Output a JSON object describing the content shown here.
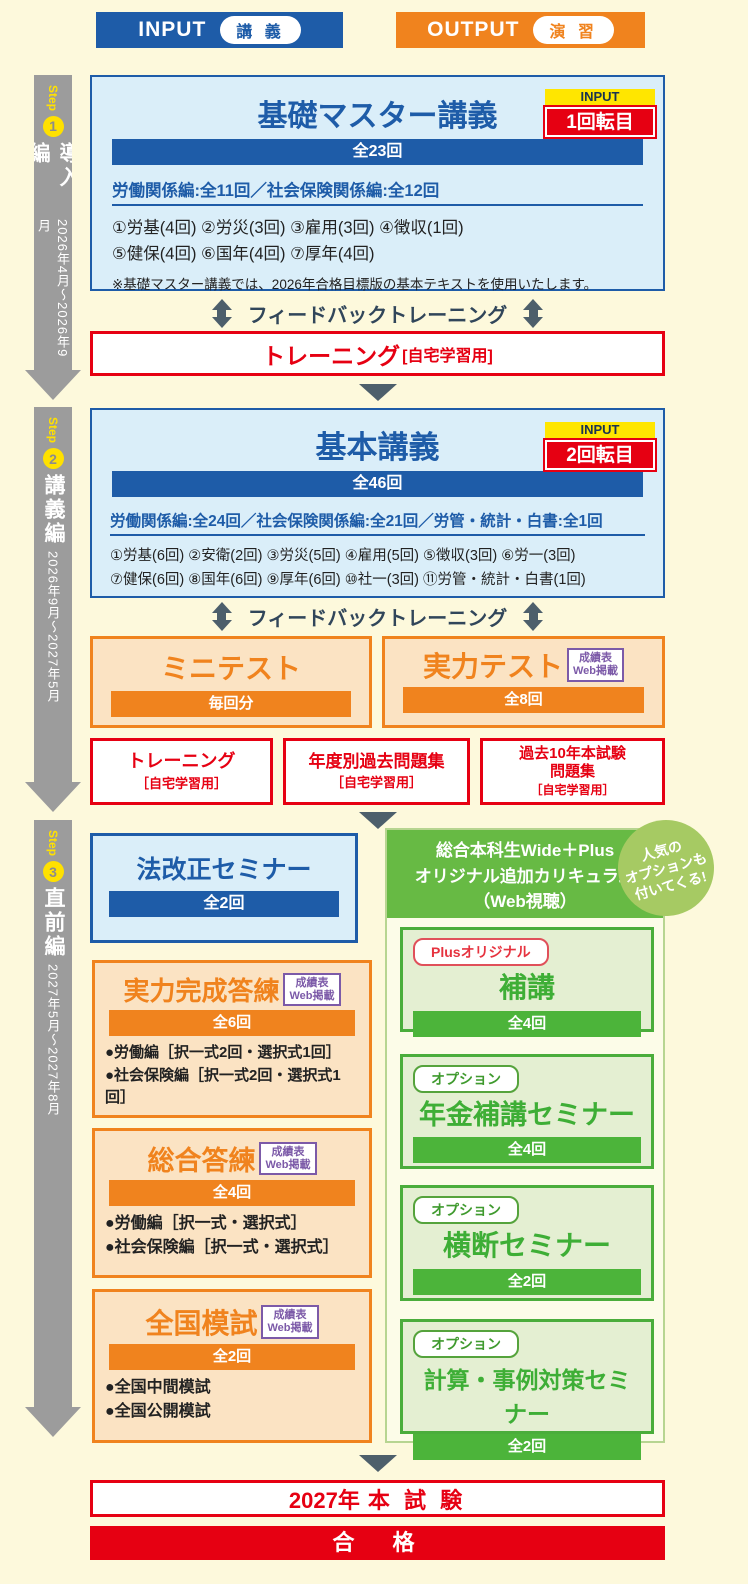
{
  "legend": {
    "input": {
      "word": "INPUT",
      "tag": "講 義"
    },
    "output": {
      "word": "OUTPUT",
      "tag": "演 習"
    }
  },
  "steps": [
    {
      "word": "Step",
      "num": "1",
      "name": "導入編",
      "period": "2026年4月〜2026年9月"
    },
    {
      "word": "Step",
      "num": "2",
      "name": "講義編",
      "period": "2026年9月〜2027年5月"
    },
    {
      "word": "Step",
      "num": "3",
      "name": "直前編",
      "period": "2027年5月〜2027年8月"
    }
  ],
  "box1": {
    "title": "基礎マスター講義",
    "badge_top": "INPUT",
    "badge_bottom": "1回転目",
    "count": "全23回",
    "subtitle": "労働関係編:全11回／社会保険関係編:全12回",
    "line1": "①労基(4回) ②労災(3回) ③雇用(3回) ④徴収(1回)",
    "line2": "⑤健保(4回) ⑥国年(4回) ⑦厚年(4回)",
    "note": "※基礎マスター講義では、2026年合格目標版の基本テキストを使用いたします。"
  },
  "feedback1": "フィードバックトレーニング",
  "training1": {
    "title": "トレーニング",
    "sub": "[自宅学習用]"
  },
  "box2": {
    "title": "基本講義",
    "badge_top": "INPUT",
    "badge_bottom": "2回転目",
    "count": "全46回",
    "subtitle": "労働関係編:全24回／社会保険関係編:全21回／労管・統計・白書:全1回",
    "line1": "①労基(6回) ②安衛(2回) ③労災(5回) ④雇用(5回) ⑤徴収(3回) ⑥労一(3回)",
    "line2": "⑦健保(6回) ⑧国年(6回) ⑨厚年(6回) ⑩社一(3回) ⑪労管・統計・白書(1回)"
  },
  "feedback2": "フィードバックトレーニング",
  "mini_test": {
    "title": "ミニテスト",
    "count": "毎回分"
  },
  "jitsuryoku_test": {
    "title": "実力テスト",
    "badge_line1": "成績表",
    "badge_line2": "Web掲載",
    "count": "全8回"
  },
  "red_boxes": [
    {
      "title": "トレーニング",
      "sub": "［自宅学習用］"
    },
    {
      "title": "年度別過去問題集",
      "sub": "［自宅学習用］"
    },
    {
      "title_line1": "過去10年本試験",
      "title_line2": "問題集",
      "sub": "［自宅学習用］"
    }
  ],
  "houkaisei": {
    "title": "法改正セミナー",
    "count": "全2回"
  },
  "answer_boxes": [
    {
      "title": "実力完成答練",
      "badge_line1": "成績表",
      "badge_line2": "Web掲載",
      "count": "全6回",
      "bullet1": "●労働編［択一式2回・選択式1回］",
      "bullet2": "●社会保険編［択一式2回・選択式1回］"
    },
    {
      "title": "総合答練",
      "badge_line1": "成績表",
      "badge_line2": "Web掲載",
      "count": "全4回",
      "bullet1": "●労働編［択一式・選択式］",
      "bullet2": "●社会保険編［択一式・選択式］"
    },
    {
      "title": "全国模試",
      "badge_line1": "成績表",
      "badge_line2": "Web掲載",
      "count": "全2回",
      "bullet1": "●全国中間模試",
      "bullet2": "●全国公開模試"
    }
  ],
  "green": {
    "header_line1": "総合本科生Wide＋Plus",
    "header_line2": "オリジナル追加カリキュラム",
    "header_line3": "（Web視聴）",
    "badge_line1": "人気の",
    "badge_line2": "オプションも",
    "badge_line3": "付いてくる!",
    "items": [
      {
        "pill": "Plusオリジナル",
        "title": "補講",
        "count": "全4回"
      },
      {
        "pill": "オプション",
        "title": "年金補講セミナー",
        "count": "全4回"
      },
      {
        "pill": "オプション",
        "title": "横断セミナー",
        "count": "全2回"
      },
      {
        "pill": "オプション",
        "title": "計算・事例対策セミナー",
        "count": "全2回"
      }
    ]
  },
  "exam": {
    "year": "2027年",
    "label": "本 試 験"
  },
  "pass": {
    "label": "合　格"
  }
}
